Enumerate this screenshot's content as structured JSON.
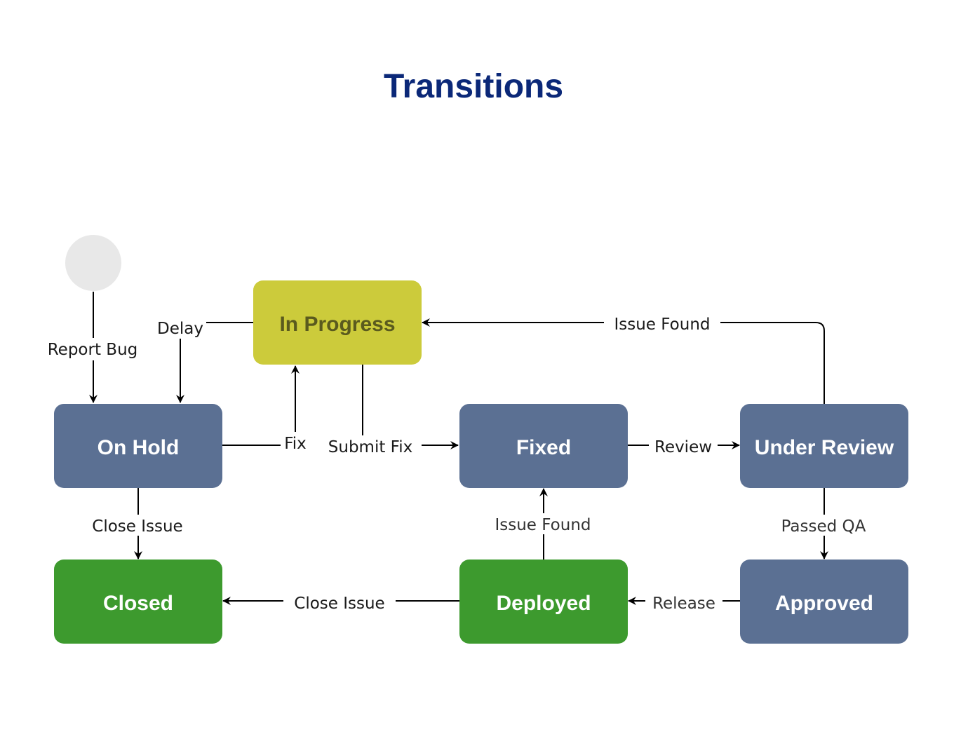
{
  "title": "Transitions",
  "colors": {
    "title": "#0b2878",
    "state_blue": "#5b7093",
    "state_green": "#3d9a2e",
    "state_yellow": "#cccb3b",
    "start_circle": "#e8e8e8",
    "edge": "#000000"
  },
  "states": {
    "in_progress": "In Progress",
    "on_hold": "On Hold",
    "fixed": "Fixed",
    "under_review": "Under Review",
    "closed": "Closed",
    "deployed": "Deployed",
    "approved": "Approved"
  },
  "transitions": {
    "report_bug": "Report Bug",
    "delay": "Delay",
    "issue_found_review": "Issue Found",
    "fix": "Fix",
    "submit_fix": "Submit Fix",
    "review": "Review",
    "close_issue_hold": "Close Issue",
    "issue_found_deployed": "Issue Found",
    "passed_qa": "Passed QA",
    "close_issue_deployed": "Close Issue",
    "release": "Release"
  }
}
